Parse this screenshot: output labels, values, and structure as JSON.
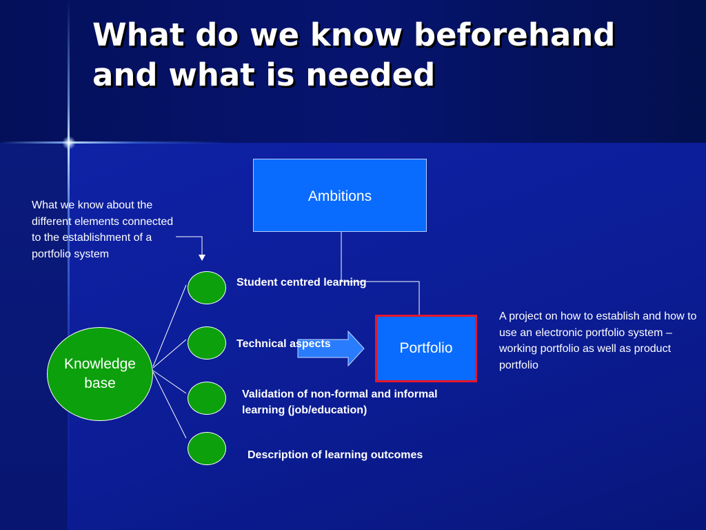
{
  "title": "What do we know beforehand and what is needed",
  "notes": {
    "left": "What we know about the different elements connected to the establishment of a portfolio system",
    "right": "A project on how to establish and how to use an electronic portfolio system – working portfolio as well as product portfolio"
  },
  "nodes": {
    "ambitions": "Ambitions",
    "portfolio": "Portfolio",
    "knowledge_base": "Knowledge base"
  },
  "elements": [
    "Student centred learning",
    "Technical aspects",
    "Validation of non-formal and informal learning (job/education)",
    "Description of learning outcomes"
  ],
  "colors": {
    "background": "#0a1d8a",
    "box_fill": "#0a6cff",
    "circle_fill": "#0ca00c",
    "highlight_border": "#e8162a",
    "text": "#ffffff"
  }
}
